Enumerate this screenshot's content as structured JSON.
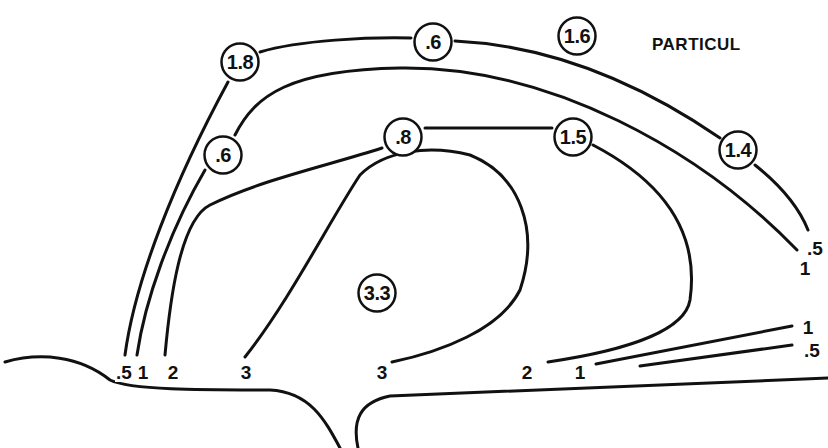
{
  "diagram": {
    "title": "PARTICUL",
    "nodes": [
      {
        "text": [
          "1.8"
        ]
      },
      {
        "text": [
          ".6"
        ]
      },
      {
        "text": [
          "1.6"
        ]
      },
      {
        "text": [
          ".6"
        ]
      },
      {
        "text": [
          ".8"
        ]
      },
      {
        "text": [
          "1.5"
        ]
      },
      {
        "text": [
          "1.4"
        ]
      },
      {
        "text": [
          "3.3"
        ]
      }
    ],
    "labels": [
      ".5",
      "1",
      "1",
      ".5",
      ".5",
      "1",
      "2",
      "3",
      "3",
      "2",
      "1"
    ]
  }
}
